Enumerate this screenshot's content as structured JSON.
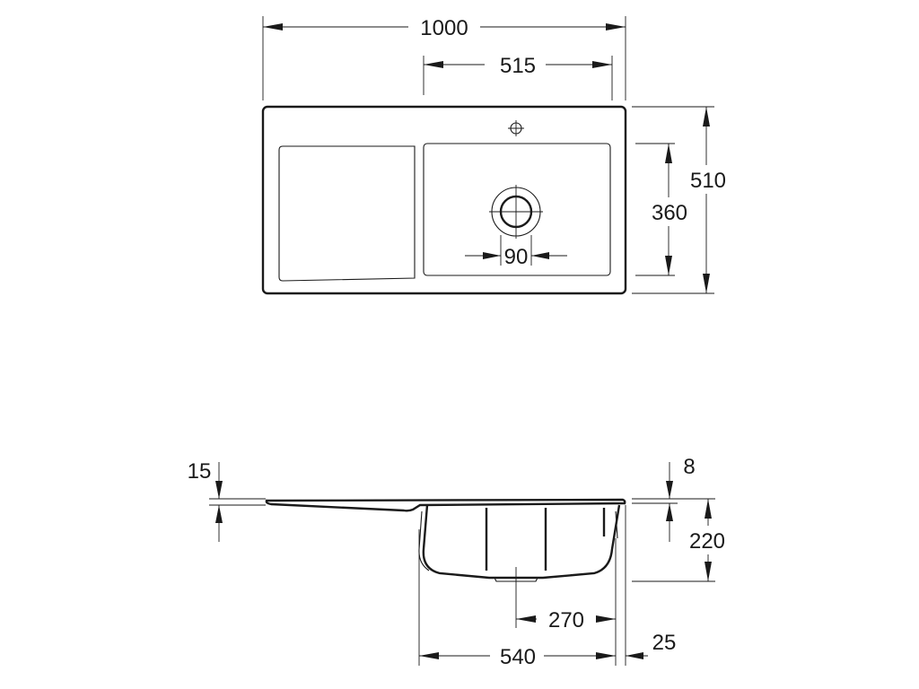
{
  "top_view": {
    "overall_width": "1000",
    "bowl_width": "515",
    "overall_depth": "510",
    "bowl_depth": "360",
    "drain_diameter": "90"
  },
  "side_view": {
    "rim_thickness_left": "15",
    "rim_thickness_right": "8",
    "bowl_height": "220",
    "drain_offset": "270",
    "bowl_outer_width": "540",
    "back_offset": "25"
  }
}
